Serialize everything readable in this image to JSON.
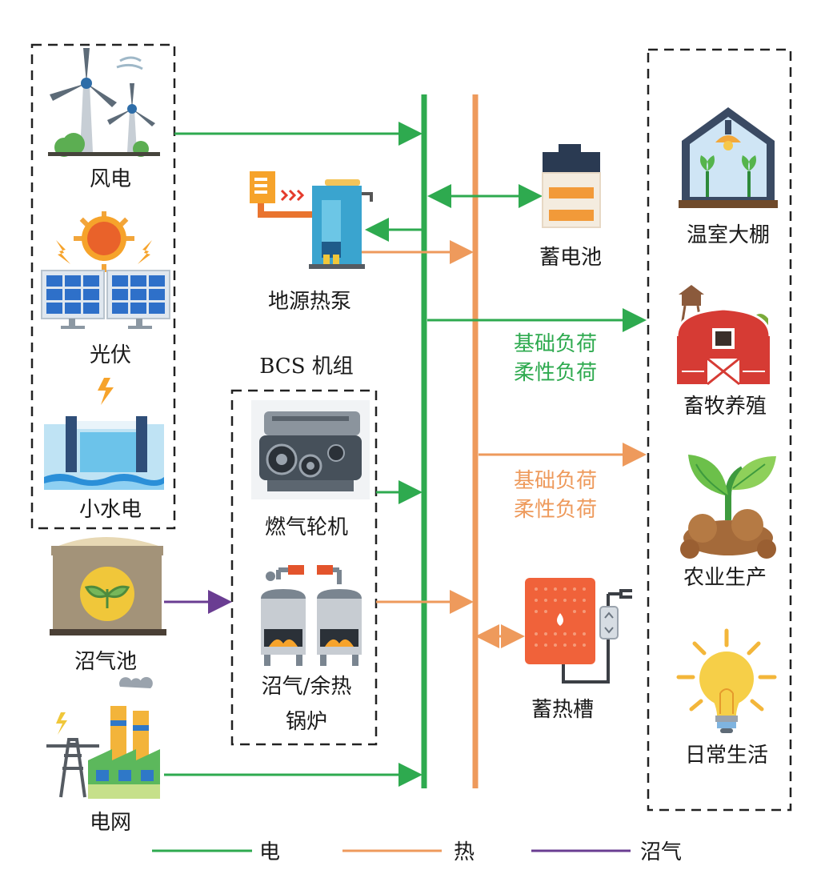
{
  "sources": {
    "wind": "风电",
    "solar": "光伏",
    "hydro": "小水电",
    "biogas_tank": "沼气池",
    "grid": "电网"
  },
  "center": {
    "heat_pump": "地源热泵",
    "bcs_title": "BCS 机组",
    "gas_turbine": "燃气轮机",
    "boiler_line1": "沼气/余热",
    "boiler_line2": "锅炉",
    "battery": "蓄电池",
    "heat_storage": "蓄热槽"
  },
  "load_labels": {
    "electric_line1": "基础负荷",
    "electric_line2": "柔性负荷",
    "heat_line1": "基础负荷",
    "heat_line2": "柔性负荷"
  },
  "loads": {
    "greenhouse": "温室大棚",
    "livestock": "畜牧养殖",
    "agriculture": "农业生产",
    "daily_life": "日常生活"
  },
  "legend": {
    "electric": "电",
    "heat": "热",
    "biogas": "沼气"
  },
  "colors": {
    "electric": "#2eaa4f",
    "heat": "#ee9a5c",
    "biogas": "#6a3d92"
  }
}
